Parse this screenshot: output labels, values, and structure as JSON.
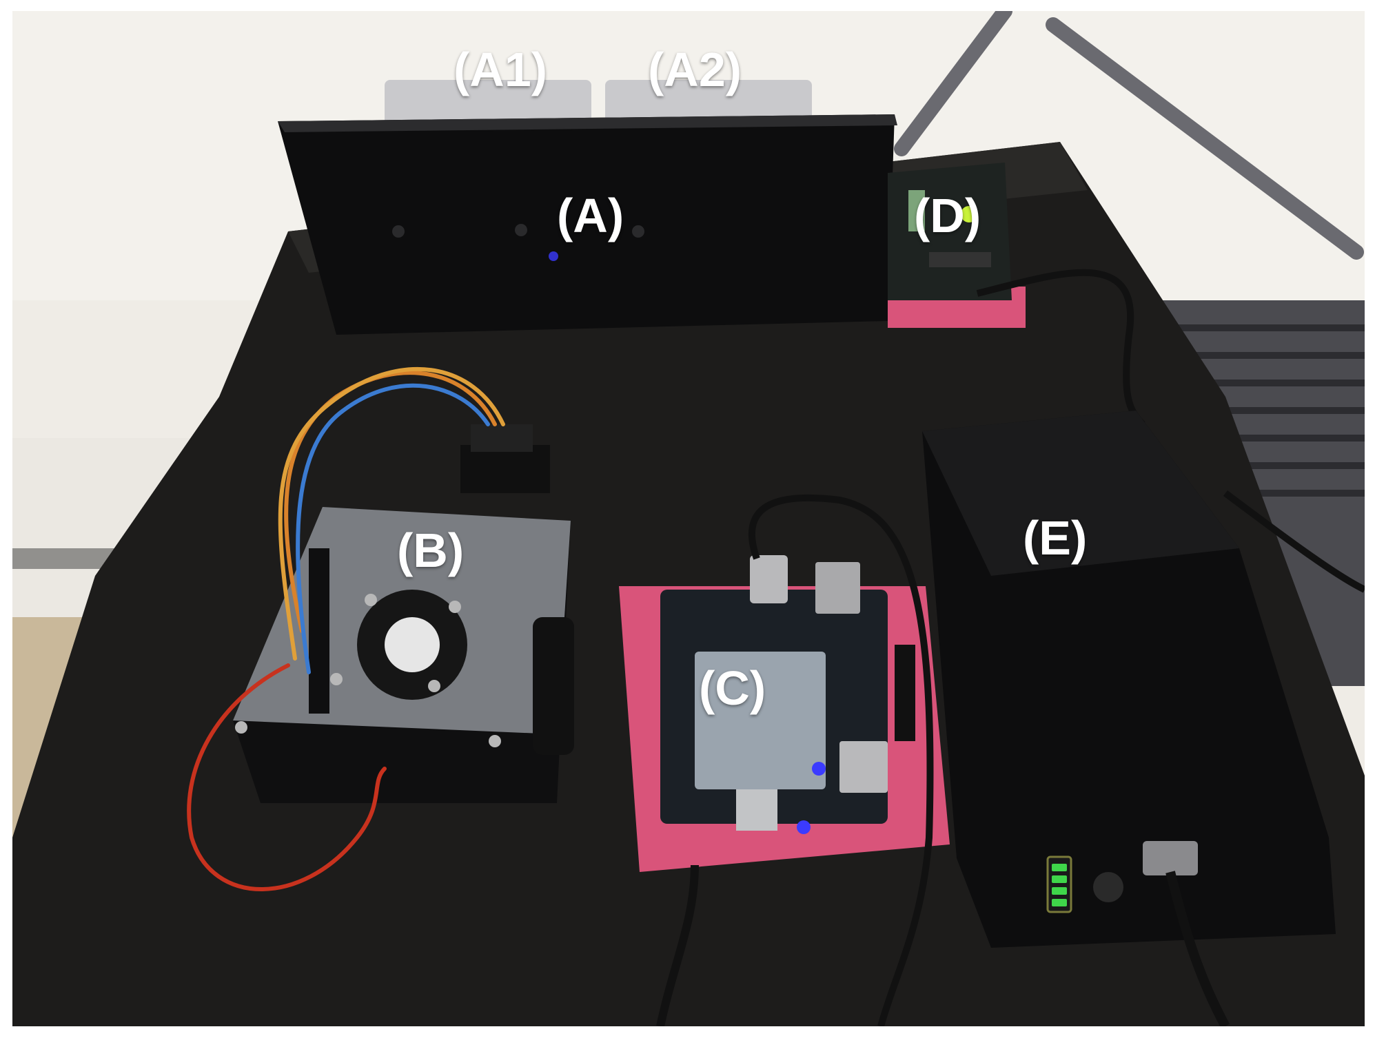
{
  "figure": {
    "labels": {
      "a1": "(A1)",
      "a2": "(A2)",
      "a": "(A)",
      "b": "(B)",
      "c": "(C)",
      "d": "(D)",
      "e": "(E)"
    }
  },
  "colors": {
    "wall": "#f1eee8",
    "table": "#1b1a19",
    "foam": "#d9547a",
    "led_blue": "#3b3bff",
    "led_green": "#3fd64a"
  }
}
